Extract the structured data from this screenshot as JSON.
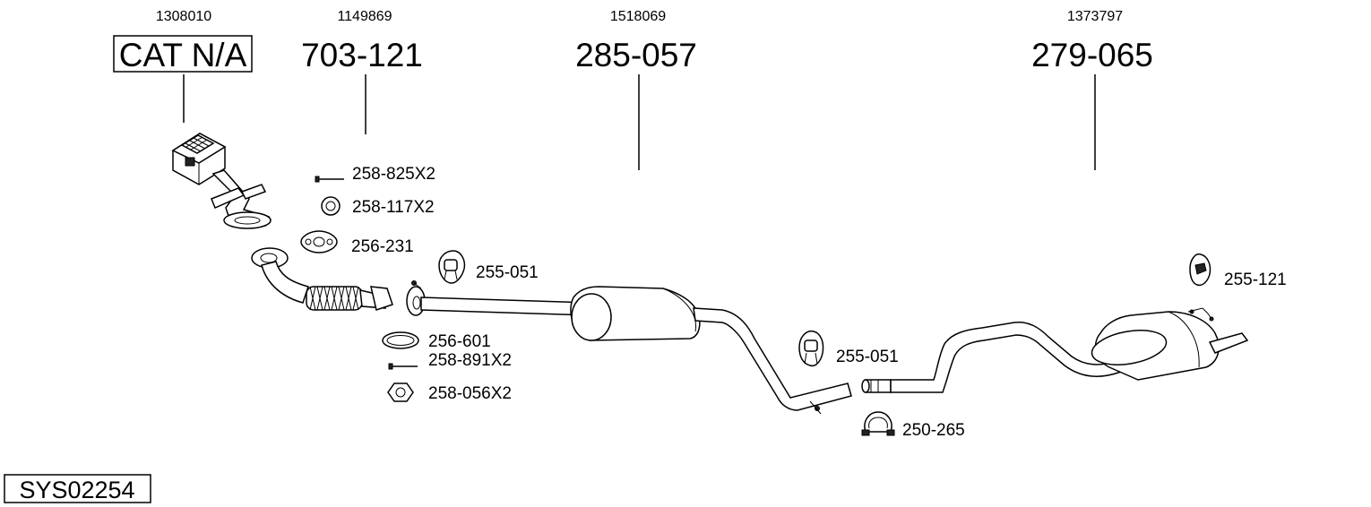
{
  "headers": [
    {
      "code": "1308010",
      "part": "CAT N/A",
      "boxed": true
    },
    {
      "code": "1149869",
      "part": "703-121",
      "boxed": false
    },
    {
      "code": "1518069",
      "part": "285-057",
      "boxed": false
    },
    {
      "code": "1373797",
      "part": "279-065",
      "boxed": false
    }
  ],
  "parts": {
    "bolt_825": "258-825X2",
    "ring_117": "258-117X2",
    "gasket_231": "256-231",
    "hanger_051_a": "255-051",
    "ring_601": "256-601",
    "bolt_891": "258-891X2",
    "nut_056": "258-056X2",
    "hanger_051_b": "255-051",
    "clamp_265": "250-265",
    "hanger_121": "255-121"
  },
  "system_code": "SYS02254"
}
